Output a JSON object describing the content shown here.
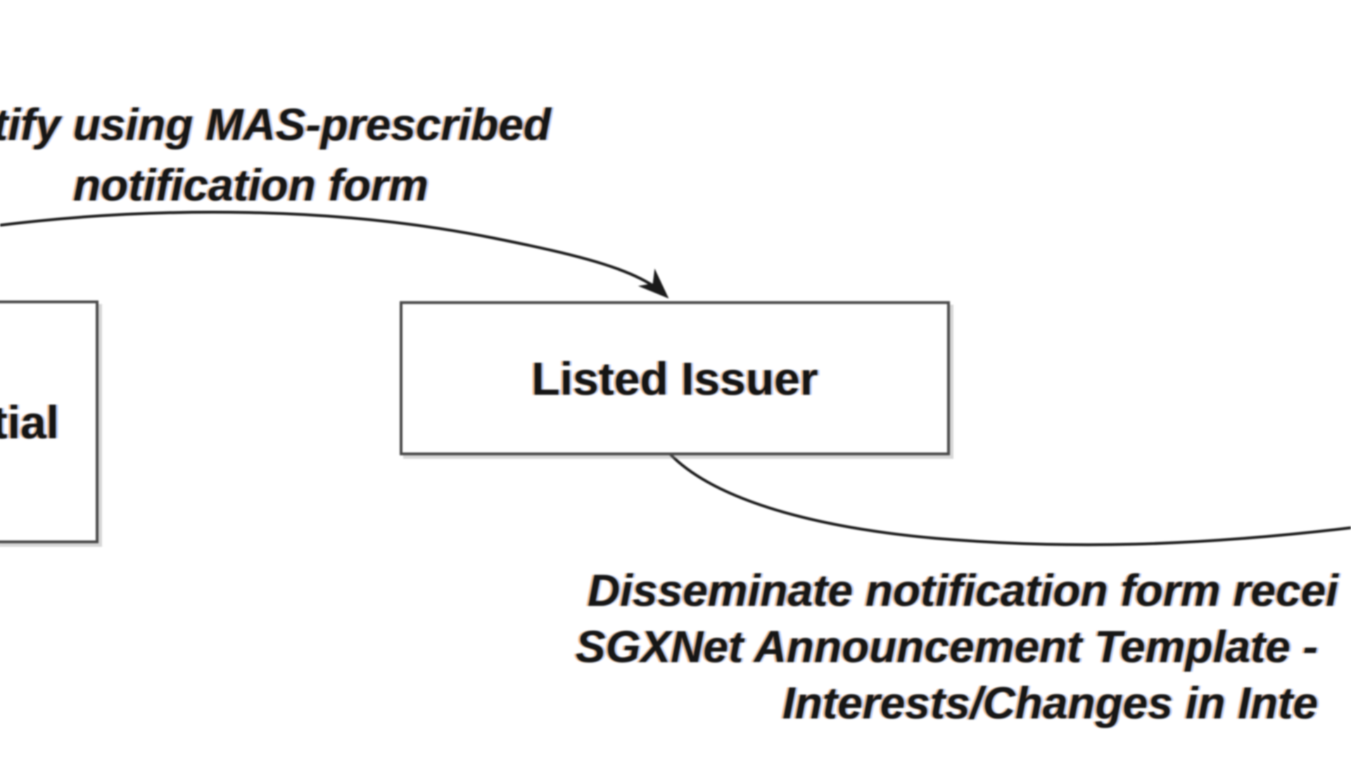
{
  "diagram": {
    "top_annotation": {
      "line1": "tify using MAS-prescribed",
      "line2": "notification form"
    },
    "boxes": {
      "left_partial": {
        "label": "tial"
      },
      "listed_issuer": {
        "label": "Listed Issuer"
      }
    },
    "bottom_annotation": {
      "line1": "Disseminate notification form recei",
      "line2": "SGXNet Announcement Template -",
      "line3": "Interests/Changes in Inte"
    },
    "colors": {
      "box_border": "#4a4a4a",
      "arrow_line": "#1b1b1b",
      "text": "#141414",
      "background": "#ffffff"
    }
  }
}
